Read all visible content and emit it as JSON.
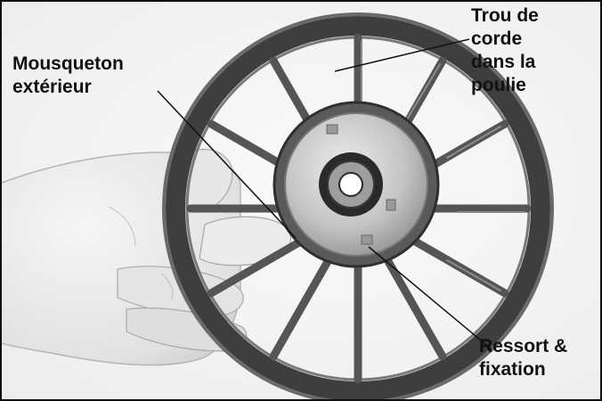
{
  "labels": {
    "rope_hole": [
      "Trou de",
      "corde",
      "dans la",
      "poulie"
    ],
    "outer_clip": [
      "Mousqueton",
      "extérieur"
    ],
    "spring": [
      "Ressort &",
      "fixation"
    ]
  },
  "colors": {
    "frame": "#111111",
    "text": "#111111",
    "pulley_rim": "#4a4a4a",
    "hub_metal": "#c9c9c9",
    "hand": "#e9e9e9"
  }
}
